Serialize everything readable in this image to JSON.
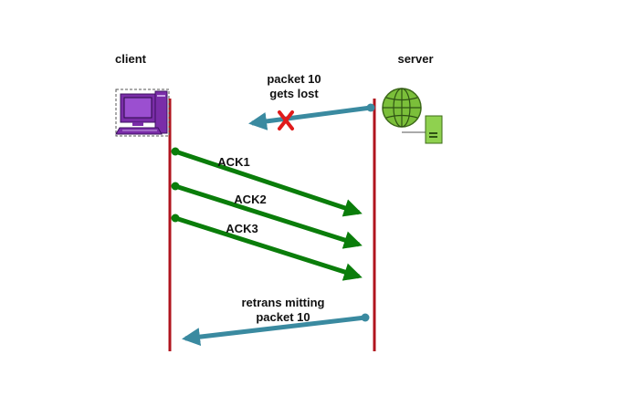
{
  "entities": {
    "client": {
      "label": "client"
    },
    "server": {
      "label": "server"
    }
  },
  "messages": [
    {
      "id": "lost",
      "text_line1": "packet 10",
      "text_line2": "gets lost",
      "from": "server",
      "to": "client",
      "status": "lost"
    },
    {
      "id": "ack1",
      "text": "ACK1",
      "from": "client",
      "to": "server",
      "status": "delivered"
    },
    {
      "id": "ack2",
      "text": "ACK2",
      "from": "client",
      "to": "server",
      "status": "delivered"
    },
    {
      "id": "ack3",
      "text": "ACK3",
      "from": "client",
      "to": "server",
      "status": "delivered"
    },
    {
      "id": "retrans",
      "text_line1": "retrans mitting",
      "text_line2": "packet 10",
      "from": "server",
      "to": "client",
      "status": "delivered"
    }
  ],
  "colors": {
    "lifeline": "#b0141e",
    "ack_arrow": "#0a7d0a",
    "packet_arrow": "#3a8aa0",
    "lost_mark": "#e01b1b",
    "client_icon": "#7a2da8",
    "server_icon": "#7bbf3a"
  },
  "icons": {
    "client": "desktop-computer-icon",
    "server": "globe-server-icon"
  }
}
